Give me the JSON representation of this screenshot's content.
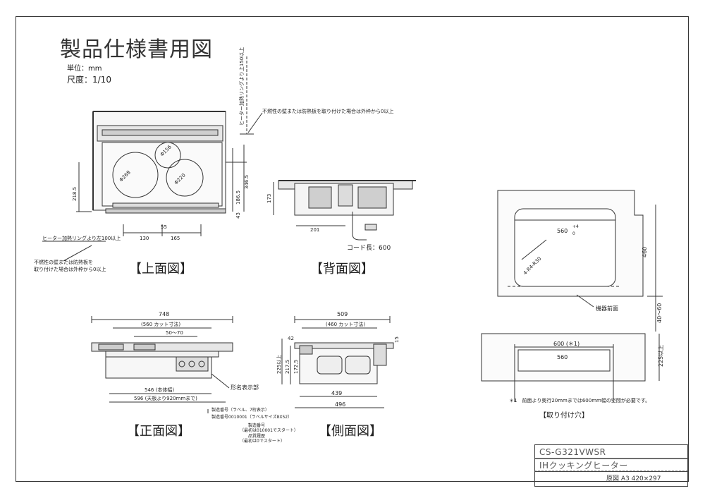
{
  "title": "製品仕様書用図",
  "unit": "単位：mm",
  "scale": "尺度：1/10",
  "views": {
    "top": "【上面図】",
    "back": "【背面図】",
    "front": "【正面図】",
    "side": "【側面図】",
    "cutout": "【取り付け穴】"
  },
  "notes": {
    "wall_top": "不燃性の壁または防熱板を取り付けた場合は外枠から0以上",
    "wall_left_line1": "不燃性の壁または防熱板を",
    "wall_left_line2": "取り付けた場合は外枠から0以上",
    "heater_gap_vertical": "ヒーター加熱リングより上150以上",
    "heater_gap_horizontal": "ヒーター加熱リングより左100以上",
    "cord": "コード長：600",
    "front_side": "機器前面",
    "name_plate": "形名表示部",
    "serial_label": "製造番号（ラベル、7桁表示）",
    "serial_value": "製造番号0010001（ラベルサイズ8X52）",
    "serial_start_line1": "製造番号",
    "serial_start_line2": "（最初は010001でスタート）",
    "quality_line1": "品質履歴",
    "quality_line2": "（最初は0でスタート）",
    "footnote": "＊1　前面より奥行20mmまでは600mm幅の空間が必要です。"
  },
  "dims": {
    "top_268": "Φ268",
    "top_156": "Φ156",
    "top_220": "Φ220",
    "top_218": "218.5",
    "top_346": "346.5",
    "top_186": "186.5",
    "top_43": "43",
    "top_55": "55",
    "top_130": "130",
    "top_165": "165",
    "back_173": "173",
    "back_201": "201",
    "front_748": "748",
    "front_560": "(560 カット寸法)",
    "front_5070": "50〜70",
    "front_546": "546 (本体幅)",
    "front_596": "596 (天板より920mmまで)",
    "side_509": "509",
    "side_460": "(460 カット寸法)",
    "side_42": "42",
    "side_15": "15",
    "side_225": "225以上",
    "side_217": "217.5",
    "side_172": "172.5",
    "side_439": "439",
    "side_496": "496",
    "cut_560": "560",
    "cut_tol": "+4",
    "cut_tol0": "0",
    "cut_460": "460",
    "cut_r": "4-R4-R30",
    "cut_4060": "40〜60",
    "cut_600": "600 (＊1)",
    "cut_560b": "560",
    "cut_225": "225以上"
  },
  "title_block": {
    "model": "CS-G321VWSR",
    "product": "IHクッキングヒーター",
    "sheet": "原図 A3 420×297"
  },
  "colors": {
    "line": "#333333",
    "fill": "#f2f2f2",
    "dark": "#555555"
  }
}
